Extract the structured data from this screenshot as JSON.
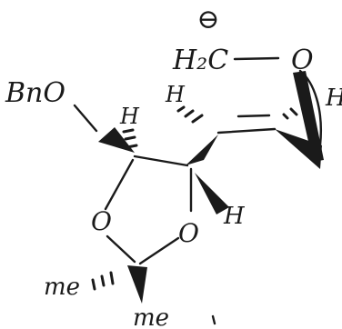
{
  "labels": {
    "charge": "⊖",
    "h2c": "H₂C",
    "o_top": "O",
    "h_right": "H",
    "bno": "BnO",
    "h_left": "H",
    "h_middle": "H",
    "o_ring_left": "O",
    "o_ring_right": "O",
    "h_lower": "H",
    "me_left": "me",
    "me_bottom": "me"
  }
}
